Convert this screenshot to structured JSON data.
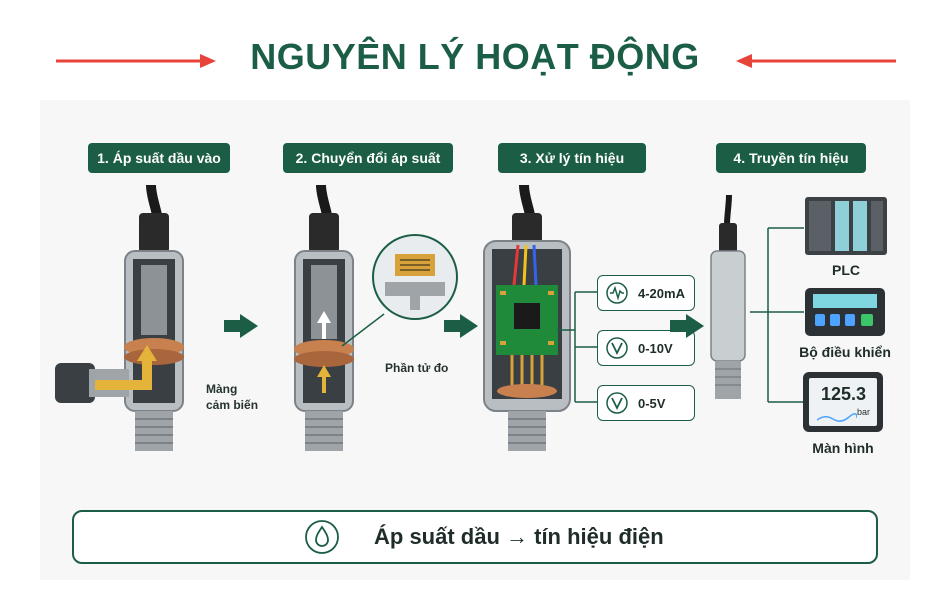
{
  "title": "NGUYÊN LÝ HOẠT ĐỘNG",
  "colors": {
    "brand": "#1b5e45",
    "accent_arrow": "#e8433a",
    "copper": "#c8804e",
    "pcb": "#1f8a3a",
    "metal": "#b9bec2"
  },
  "steps": [
    {
      "label": "1. Áp suất dầu vào",
      "callout": "Màng\ncảm biến"
    },
    {
      "label": "2. Chuyển đổi áp suất",
      "callout": "Phần tử đo"
    },
    {
      "label": "3. Xử lý tín hiệu"
    },
    {
      "label": "4. Truyền tín hiệu"
    }
  ],
  "signals": [
    {
      "label": "4-20mA",
      "icon": "waveform-icon"
    },
    {
      "label": "0-10V",
      "icon": "voltage-icon"
    },
    {
      "label": "0-5V",
      "icon": "voltage-icon"
    }
  ],
  "devices": [
    {
      "label": "PLC",
      "icon": "plc-icon"
    },
    {
      "label": "Bộ điều khiển",
      "icon": "controller-icon"
    },
    {
      "label": "Màn hình",
      "icon": "display-icon",
      "reading": "125.3",
      "unit": "bar"
    }
  ],
  "summary": {
    "text": "Áp suất dầu → tín hiệu điện",
    "icon": "oil-drop-icon"
  }
}
